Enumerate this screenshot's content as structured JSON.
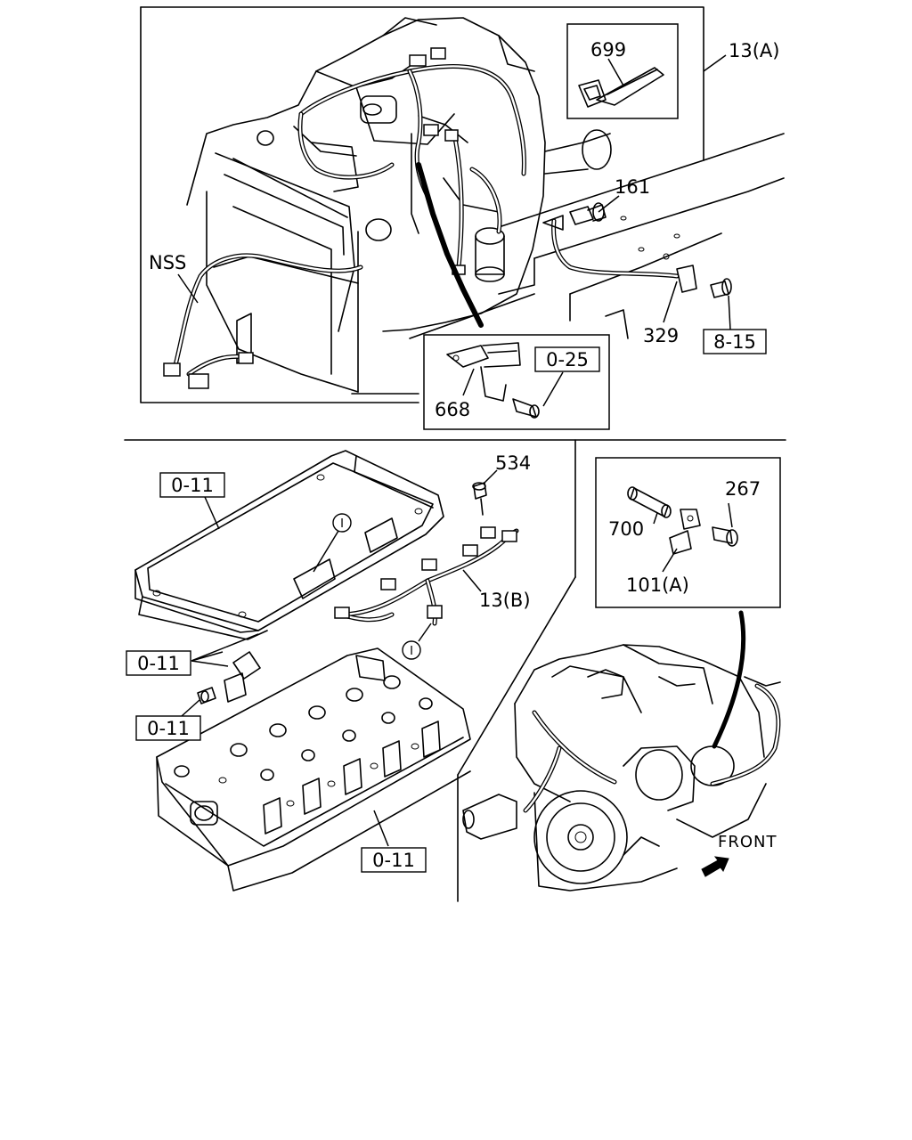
{
  "diagram": {
    "callouts": {
      "p699": "699",
      "p13a": "13(A)",
      "p161": "161",
      "pnss": "NSS",
      "p329": "329",
      "p668": "668",
      "p534": "534",
      "p267": "267",
      "p700": "700",
      "p101a": "101(A)",
      "p13b": "13(B)",
      "mark1": "I",
      "mark2": "I"
    },
    "references": {
      "r025": "0-25",
      "r815": "8-15",
      "r011a": "0-11",
      "r011b": "0-11",
      "r011c": "0-11",
      "r011d": "0-11"
    },
    "direction_label": "FRONT"
  }
}
